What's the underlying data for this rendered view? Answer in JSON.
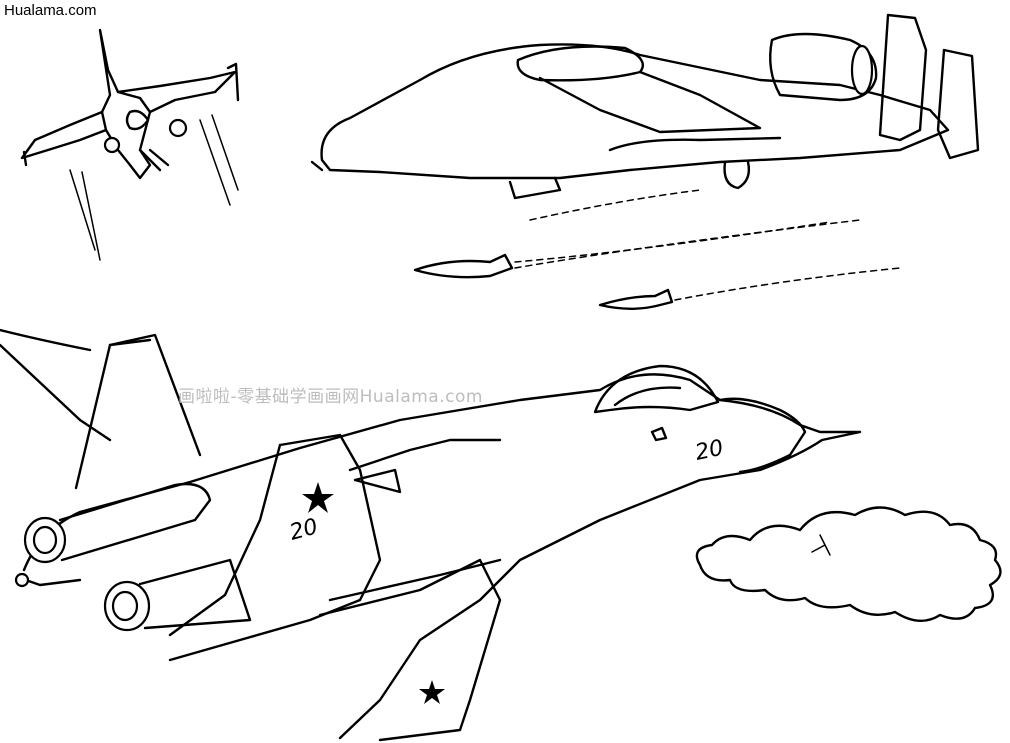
{
  "watermark_top": "Hualama.com",
  "watermark_center": "画啦啦-零基础学画画网Hualama.com",
  "tail_number_nose": "20",
  "tail_number_intake": "20",
  "colors": {
    "ink": "#000000",
    "paper": "#ffffff",
    "watermark": "#bdbdbd"
  }
}
